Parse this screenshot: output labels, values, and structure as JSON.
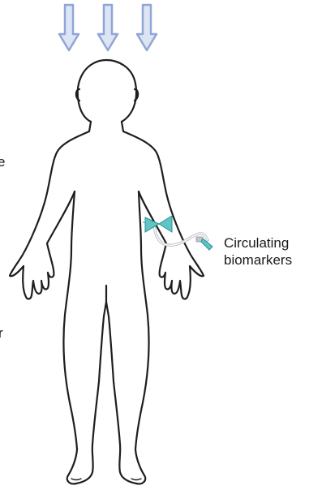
{
  "diagram": {
    "edge_glyph_top": "e",
    "edge_glyph_bottom": "r",
    "label": {
      "line1": "Circulating",
      "line2": "biomarkers"
    },
    "colors": {
      "arrow_stroke": "#8fa6d6",
      "arrow_fill": "#dde5f5",
      "body_outline": "#1e1e1e",
      "cuff": "#5ec4c4",
      "cuff_dark": "#2e8f95",
      "tubing": "#c4c9cd"
    },
    "icons": [
      "down-arrow-icon",
      "human-body-outline",
      "blood-draw-device-icon"
    ]
  }
}
